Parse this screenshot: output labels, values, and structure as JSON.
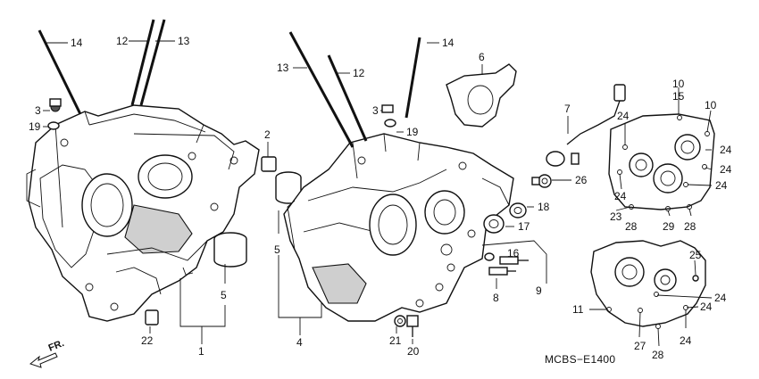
{
  "diagram_code": "MCBS−E1400",
  "direction_label": "FR.",
  "callouts": [
    {
      "id": "c14a",
      "text": "14"
    },
    {
      "id": "c12a",
      "text": "12"
    },
    {
      "id": "c13a",
      "text": "13"
    },
    {
      "id": "c3a",
      "text": "3"
    },
    {
      "id": "c19a",
      "text": "19"
    },
    {
      "id": "c2",
      "text": "2"
    },
    {
      "id": "c5a",
      "text": "5"
    },
    {
      "id": "c5b",
      "text": "5"
    },
    {
      "id": "c22",
      "text": "22"
    },
    {
      "id": "c1",
      "text": "1"
    },
    {
      "id": "c13b",
      "text": "13"
    },
    {
      "id": "c12b",
      "text": "12"
    },
    {
      "id": "c14b",
      "text": "14"
    },
    {
      "id": "c3b",
      "text": "3"
    },
    {
      "id": "c19b",
      "text": "19"
    },
    {
      "id": "c6",
      "text": "6"
    },
    {
      "id": "c4",
      "text": "4"
    },
    {
      "id": "c21",
      "text": "21"
    },
    {
      "id": "c20",
      "text": "20"
    },
    {
      "id": "c7",
      "text": "7"
    },
    {
      "id": "c26",
      "text": "26"
    },
    {
      "id": "c18",
      "text": "18"
    },
    {
      "id": "c17",
      "text": "17"
    },
    {
      "id": "c16",
      "text": "16"
    },
    {
      "id": "c8",
      "text": "8"
    },
    {
      "id": "c9",
      "text": "9"
    },
    {
      "id": "c10a",
      "text": "10"
    },
    {
      "id": "c15",
      "text": "15"
    },
    {
      "id": "c10b",
      "text": "10"
    },
    {
      "id": "c24a",
      "text": "24"
    },
    {
      "id": "c24b",
      "text": "24"
    },
    {
      "id": "c24c",
      "text": "24"
    },
    {
      "id": "c24d",
      "text": "24"
    },
    {
      "id": "c24e",
      "text": "24"
    },
    {
      "id": "c23",
      "text": "23"
    },
    {
      "id": "c28a",
      "text": "28"
    },
    {
      "id": "c29",
      "text": "29"
    },
    {
      "id": "c28b",
      "text": "28"
    },
    {
      "id": "c25",
      "text": "25"
    },
    {
      "id": "c11",
      "text": "11"
    },
    {
      "id": "c24f",
      "text": "24"
    },
    {
      "id": "c24g",
      "text": "24"
    },
    {
      "id": "c24h",
      "text": "24"
    },
    {
      "id": "c27",
      "text": "27"
    },
    {
      "id": "c28c",
      "text": "28"
    }
  ]
}
